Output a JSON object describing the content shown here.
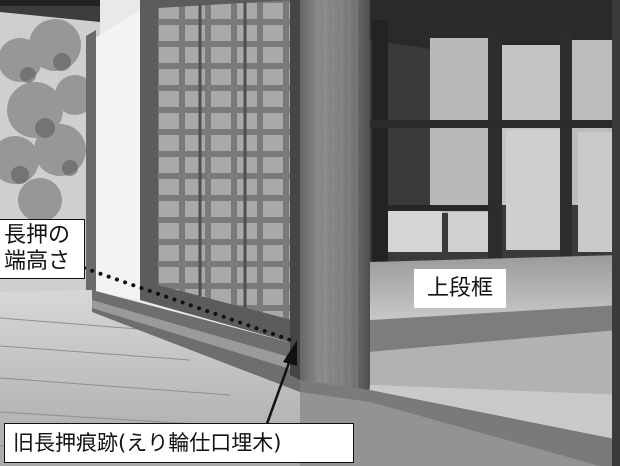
{
  "labels": {
    "nagaoshi_top_line1": "長押の",
    "nagaoshi_top_line2": "端高さ",
    "jodan_frame": "上段框",
    "old_nagaoshi_trace": "旧長押痕跡(えり輪仕口埋木)"
  },
  "colors": {
    "label_background": "#ffffff",
    "label_border": "#111111",
    "label_text": "#111111",
    "dotted_line": "#111111",
    "arrow": "#111111"
  }
}
